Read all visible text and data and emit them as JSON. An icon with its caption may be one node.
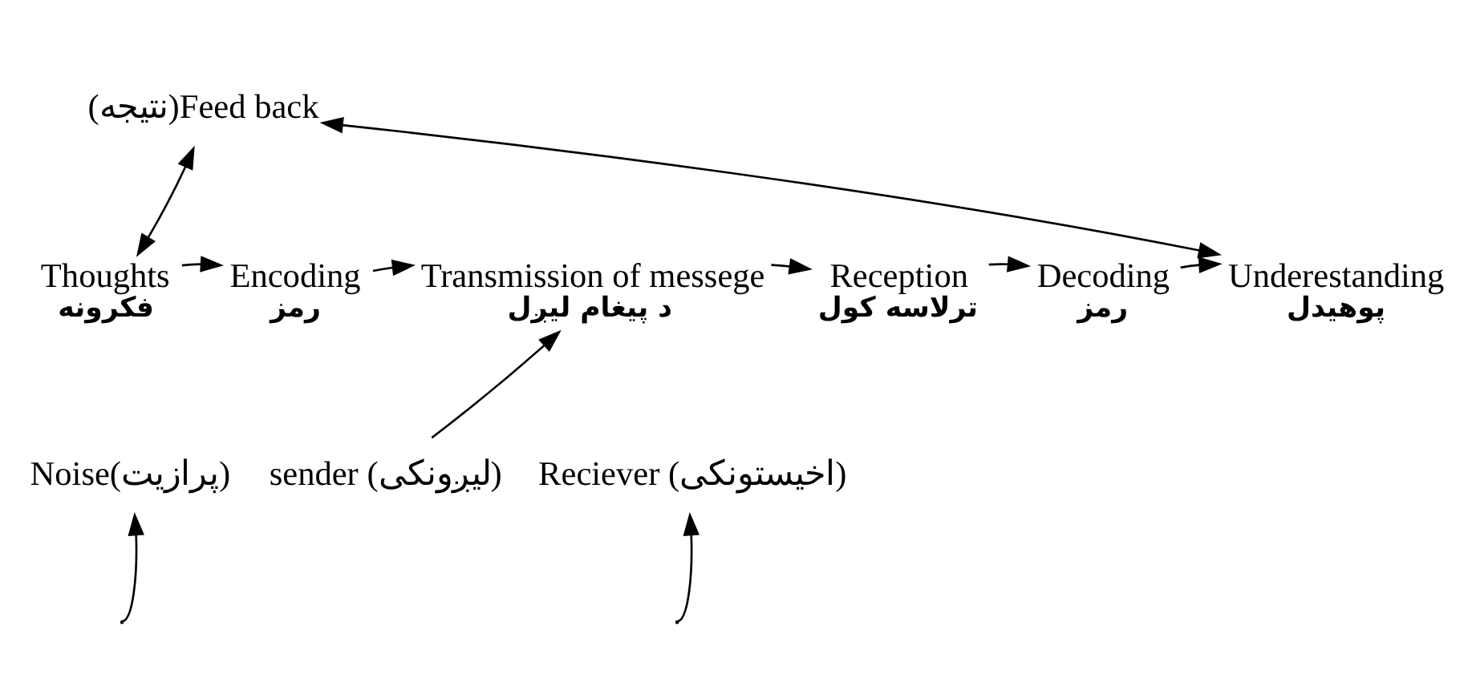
{
  "diagram": {
    "nodes": [
      {
        "text": [
          "(نتیجه)Feed back"
        ]
      },
      {
        "text": [
          "Thoughts",
          "فکرونه"
        ]
      },
      {
        "text": [
          "Encoding",
          "رمز"
        ]
      },
      {
        "text": [
          "Transmission of messege",
          "د پیغام لیږل"
        ]
      },
      {
        "text": [
          "Reception",
          "ترلاسه کول"
        ]
      },
      {
        "text": [
          "Decoding",
          "رمز"
        ]
      },
      {
        "text": [
          "Underestanding",
          "پوهیدل"
        ]
      },
      {
        "text": [
          "Noise(پرازیت)"
        ]
      },
      {
        "text": [
          "sender (لیږونکی)"
        ]
      },
      {
        "text": [
          "Reciever (اخیستونکی)"
        ]
      }
    ],
    "edges": [
      {
        "from": 0,
        "to": 1,
        "arrow": "both"
      },
      {
        "from": 0,
        "to": 6,
        "arrow": "both"
      },
      {
        "from": 1,
        "to": 2,
        "arrow": "to"
      },
      {
        "from": 2,
        "to": 3,
        "arrow": "to"
      },
      {
        "from": 3,
        "to": 4,
        "arrow": "to"
      },
      {
        "from": 4,
        "to": 5,
        "arrow": "to"
      },
      {
        "from": 5,
        "to": 6,
        "arrow": "to"
      },
      {
        "from": 8,
        "to": 3,
        "arrow": "to"
      },
      {
        "from": null,
        "to": 7,
        "arrow": "to"
      },
      {
        "from": null,
        "to": 9,
        "arrow": "to"
      }
    ]
  }
}
